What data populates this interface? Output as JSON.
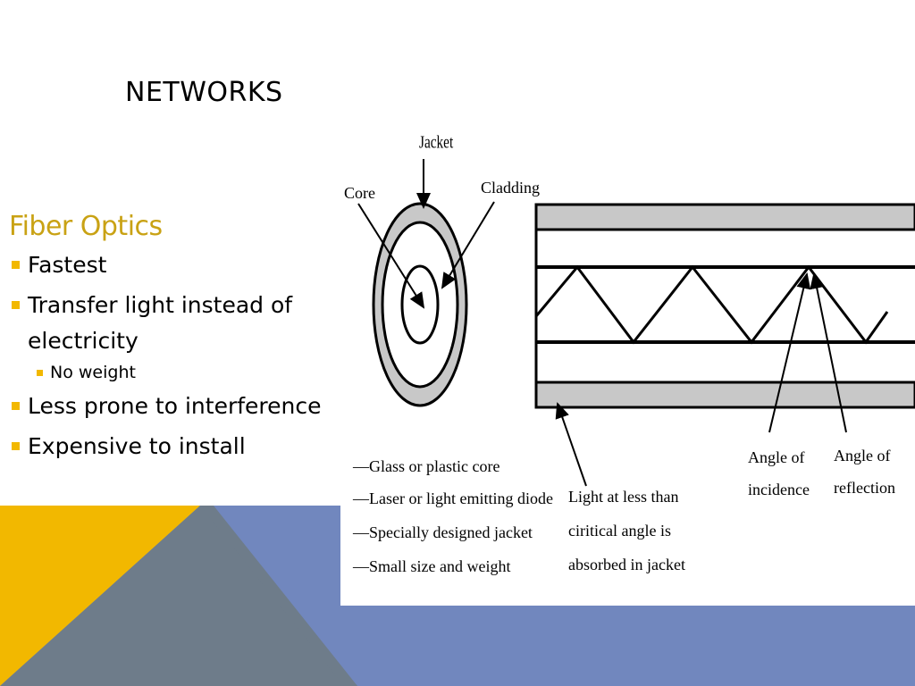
{
  "slide": {
    "title": "NETWORKS",
    "section_heading": "Fiber Optics",
    "bullets": [
      {
        "text": "Fastest",
        "sub": []
      },
      {
        "text": "Transfer light instead of electricity",
        "sub": [
          "No weight"
        ]
      },
      {
        "text": "Less prone to interference",
        "sub": []
      },
      {
        "text": "Expensive to install",
        "sub": []
      }
    ]
  },
  "figure": {
    "labels": {
      "jacket": "Jacket",
      "core": "Core",
      "cladding": "Cladding",
      "angle_incidence_1": "Angle of",
      "angle_incidence_2": "incidence",
      "angle_reflection_1": "Angle of",
      "angle_reflection_2": "reflection"
    },
    "properties": [
      "—Glass or plastic core",
      "—Laser or light emitting diode",
      "—Specially designed jacket",
      "—Small size and weight"
    ],
    "absorbed_note": [
      "Light at less than",
      "ciritical angle is",
      "absorbed in jacket"
    ]
  },
  "colors": {
    "accent_gold": "#f2b800",
    "heading_gold": "#c9a214",
    "band_blue": "#7187be",
    "triangle_gray": "#6e7c8a",
    "cladding_gray": "#c8c8c8"
  }
}
